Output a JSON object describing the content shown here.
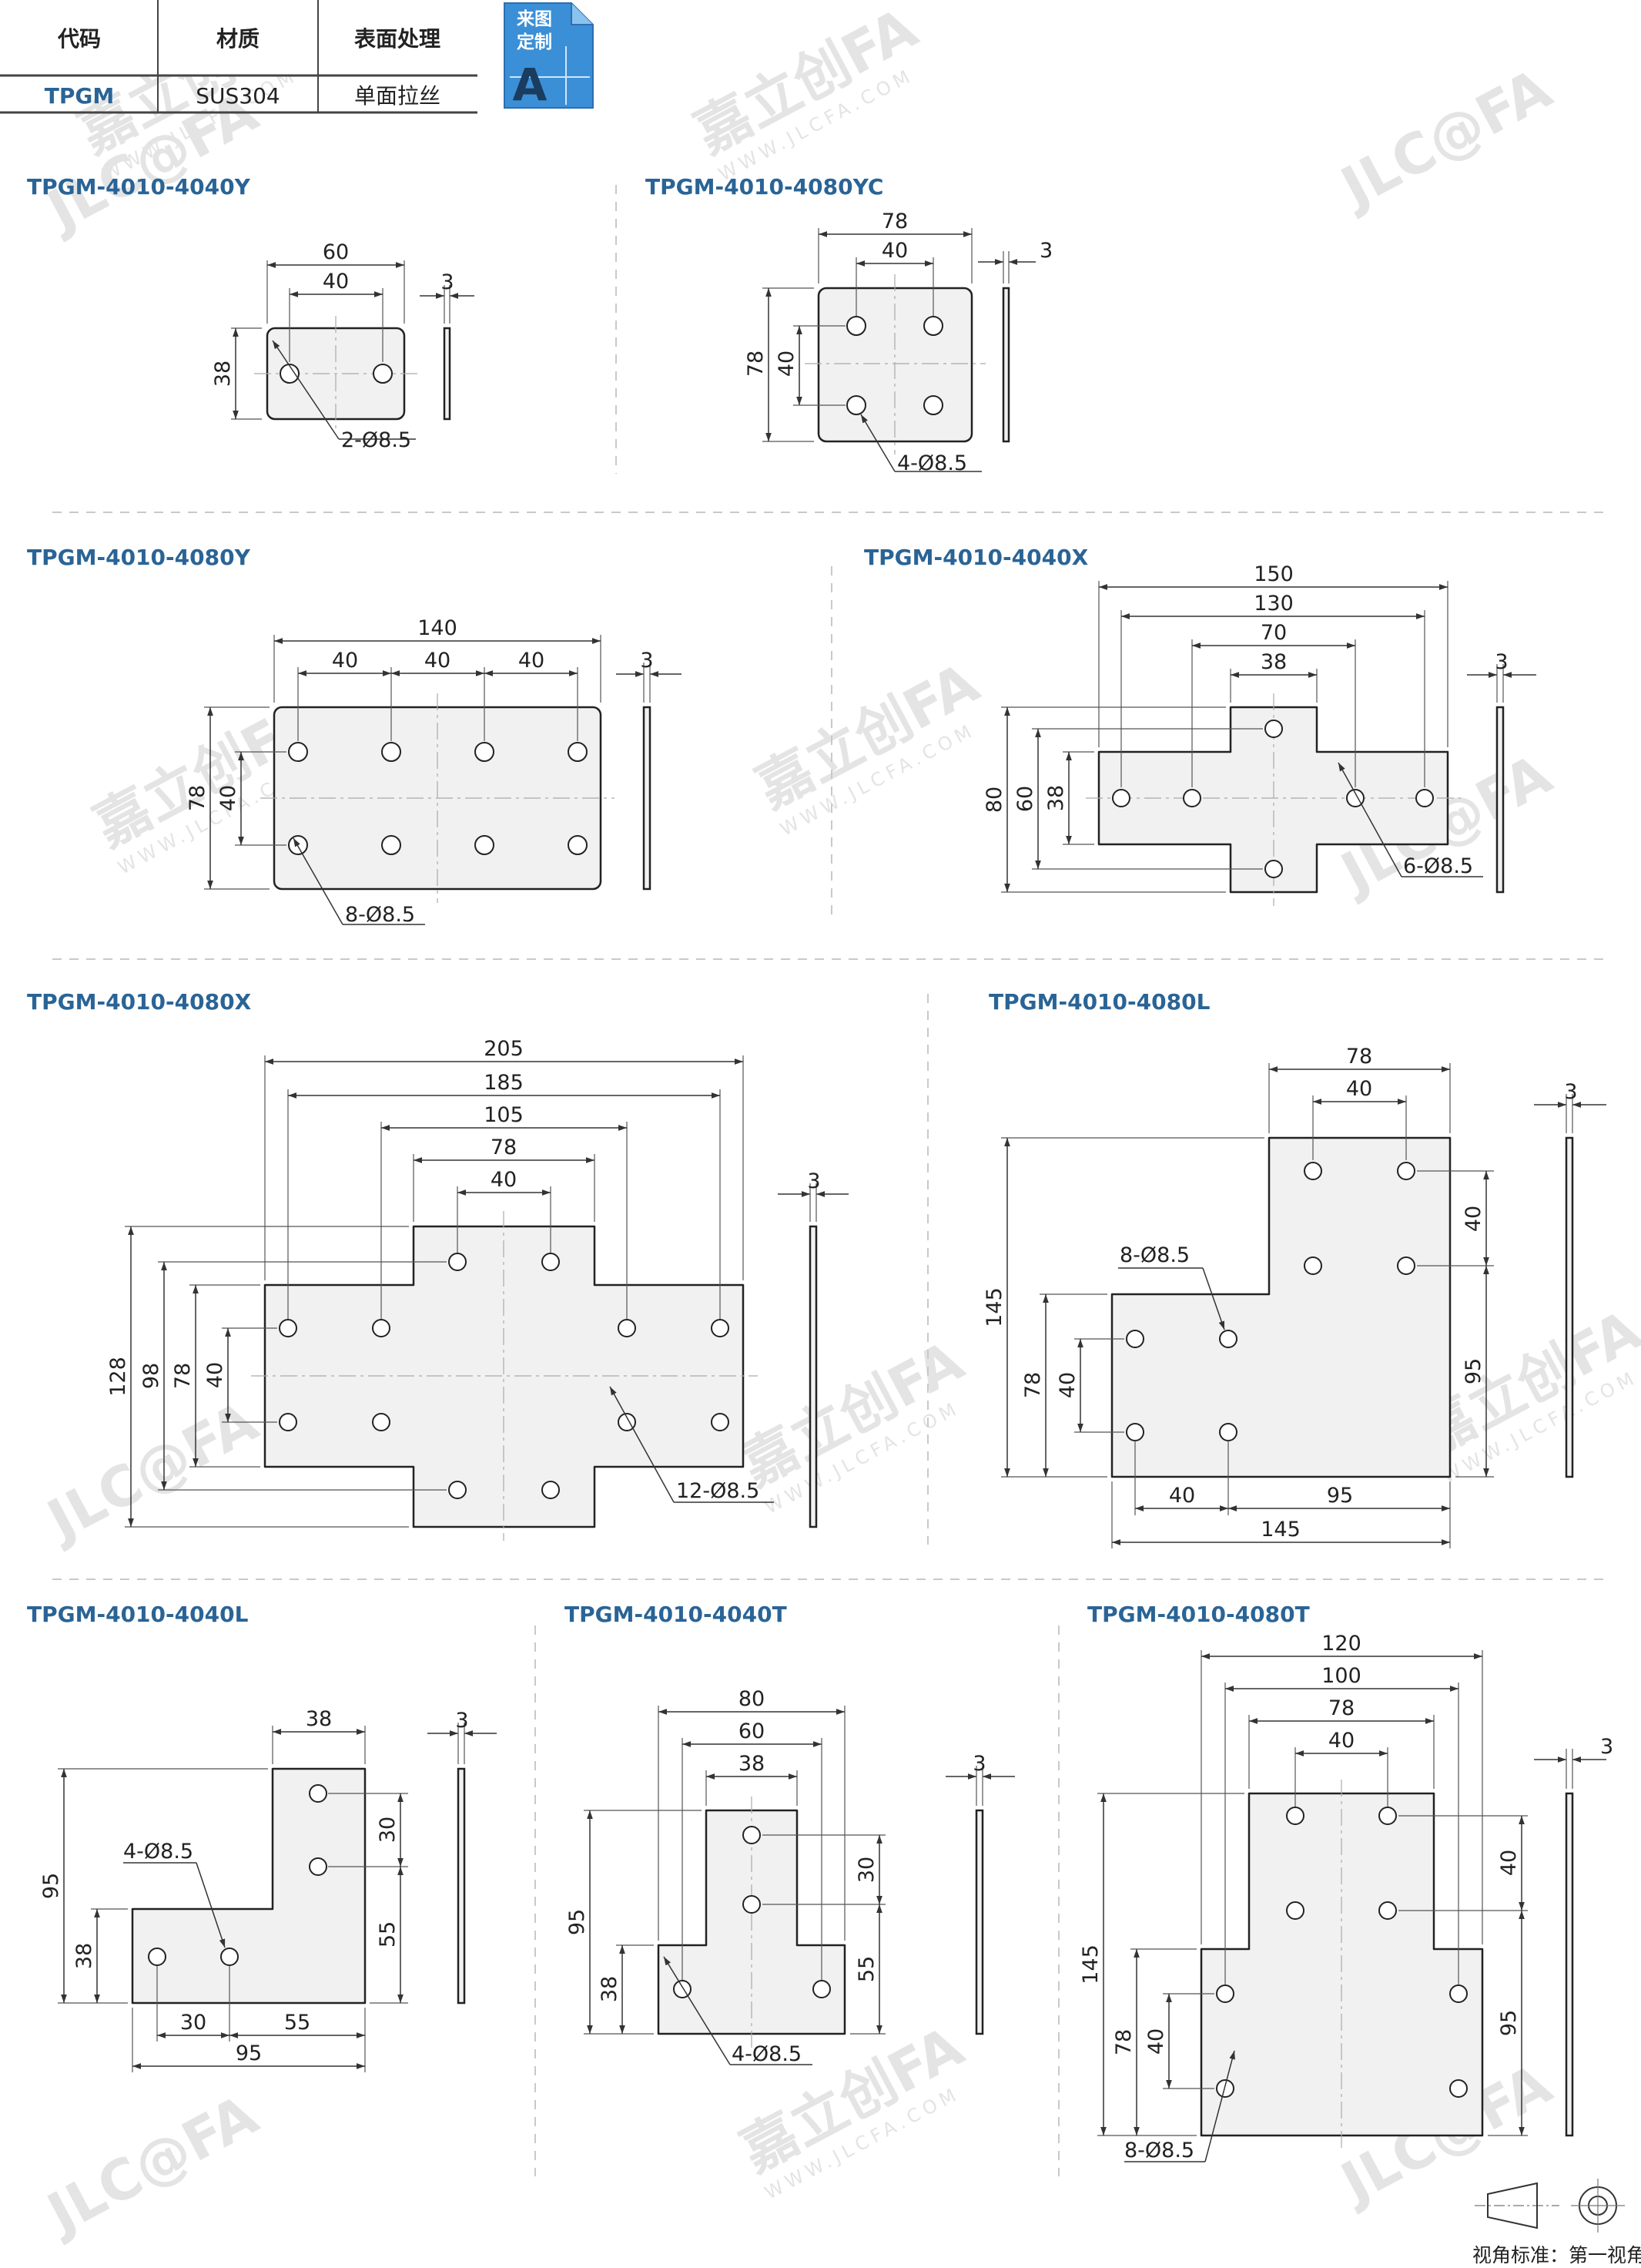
{
  "spec_table": {
    "headers": [
      "代码",
      "材质",
      "表面处理"
    ],
    "row": [
      "TPGM",
      "SUS304",
      "单面拉丝"
    ]
  },
  "badge": {
    "line1": "来图",
    "line2": "定制",
    "letter": "A"
  },
  "watermark": {
    "brand": "嘉立创FA",
    "url": "WWW.JLCFA.COM",
    "logo": "JLC@FA"
  },
  "colors": {
    "title": "#2a6496",
    "badge": "#3b8fd6",
    "part_fill": "#f1f1f1"
  },
  "parts": [
    {
      "code": "TPGM-4010-4040Y",
      "holes_label": "2-Ø8.5",
      "dims": {
        "w_outer": "60",
        "w_holes": "40",
        "h_outer": "38",
        "thick": "3"
      }
    },
    {
      "code": "TPGM-4010-4080YC",
      "holes_label": "4-Ø8.5",
      "dims": {
        "w_outer": "78",
        "w_holes": "40",
        "h_outer": "78",
        "h_holes": "40",
        "thick": "3"
      }
    },
    {
      "code": "TPGM-4010-4080Y",
      "holes_label": "8-Ø8.5",
      "dims": {
        "w_outer": "140",
        "pitch1": "40",
        "pitch2": "40",
        "pitch3": "40",
        "h_outer": "78",
        "h_holes": "40",
        "thick": "3"
      }
    },
    {
      "code": "TPGM-4010-4040X",
      "holes_label": "6-Ø8.5",
      "dims": {
        "w_outer": "150",
        "w_holes": "130",
        "w_mid": "70",
        "w_top": "38",
        "h_outer": "80",
        "h_holes": "60",
        "h_arms": "38",
        "thick": "3"
      }
    },
    {
      "code": "TPGM-4010-4080X",
      "holes_label": "12-Ø8.5",
      "dims": {
        "w_outer": "205",
        "w_holes": "185",
        "w_inner": "105",
        "w_top": "78",
        "w_top_holes": "40",
        "h_outer": "128",
        "h_holes": "98",
        "h_arms": "78",
        "h_arm_holes": "40",
        "thick": "3"
      }
    },
    {
      "code": "TPGM-4010-4080L",
      "holes_label": "8-Ø8.5",
      "dims": {
        "w_top": "78",
        "w_top_holes": "40",
        "h_outer": "145",
        "h_foot": "78",
        "h_foot_holes": "40",
        "r_top_holes": "40",
        "r_lower": "95",
        "b_left": "40",
        "b_right": "95",
        "b_outer": "145",
        "thick": "3"
      }
    },
    {
      "code": "TPGM-4010-4040L",
      "holes_label": "4-Ø8.5",
      "dims": {
        "w_top": "38",
        "h_outer": "95",
        "h_foot": "38",
        "r_upper": "30",
        "r_lower": "55",
        "b_left": "30",
        "b_right": "55",
        "b_outer": "95",
        "thick": "3"
      }
    },
    {
      "code": "TPGM-4010-4040T",
      "holes_label": "4-Ø8.5",
      "dims": {
        "w_outer": "80",
        "w_holes": "60",
        "w_top": "38",
        "h_outer": "95",
        "h_foot": "38",
        "r_upper": "30",
        "r_lower": "55",
        "thick": "3"
      }
    },
    {
      "code": "TPGM-4010-4080T",
      "holes_label": "8-Ø8.5",
      "dims": {
        "w_outer": "120",
        "w_holes": "100",
        "w_top": "78",
        "w_top_holes": "40",
        "h_outer": "145",
        "h_foot": "78",
        "h_foot_holes": "40",
        "r_upper": "40",
        "r_lower": "95",
        "thick": "3"
      }
    }
  ],
  "footer": {
    "view_label": "视角标准：第一视角"
  }
}
